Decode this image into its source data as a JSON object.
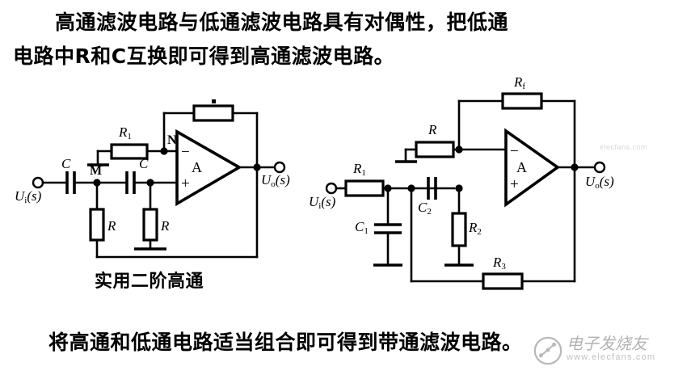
{
  "slide": {
    "heading_line_1": "高通滤波电路与低通滤波电路具有对偶性，把低通",
    "heading_line_2": "电路中R和C互换即可得到高通滤波电路。",
    "footer_line": "将高通和低通电路适当组合即可得到带通滤波电路。",
    "background_color": "#ffffff",
    "ink_color": "#000000"
  },
  "circuit_left": {
    "caption": "实用二阶高通",
    "input_terminal_label": "Ui(s)",
    "output_terminal_label": "Uo(s)",
    "opamp_label": "A",
    "opamp_inverting_sign": "−",
    "opamp_noninverting_sign": "+",
    "node_labels": [
      {
        "name": "M",
        "text": "M"
      },
      {
        "name": "N",
        "text": "N"
      }
    ],
    "components": [
      {
        "name": "series-capacitor-c-left",
        "type": "capacitor",
        "label": "C"
      },
      {
        "name": "series-capacitor-c-right",
        "type": "capacitor",
        "label": "C"
      },
      {
        "name": "shunt-resistor-r-m",
        "type": "resistor",
        "label": "R"
      },
      {
        "name": "shunt-resistor-r-plus",
        "type": "resistor",
        "label": "R"
      },
      {
        "name": "input-resistor-r1",
        "type": "resistor",
        "label": "R1"
      },
      {
        "name": "feedback-resistor",
        "type": "resistor",
        "label": ""
      }
    ]
  },
  "circuit_right": {
    "input_terminal_label": "Ui(s)",
    "output_terminal_label": "Uo(s)",
    "opamp_label": "A",
    "opamp_inverting_sign": "−",
    "opamp_noninverting_sign": "+",
    "components": [
      {
        "name": "input-resistor-r1",
        "type": "resistor",
        "label": "R1"
      },
      {
        "name": "shunt-capacitor-c1",
        "type": "capacitor",
        "label": "C1"
      },
      {
        "name": "series-capacitor-c2",
        "type": "capacitor",
        "label": "C2"
      },
      {
        "name": "shunt-resistor-r2",
        "type": "resistor",
        "label": "R2"
      },
      {
        "name": "feedback-resistor-r3",
        "type": "resistor",
        "label": "R3"
      },
      {
        "name": "grounded-resistor-r",
        "type": "resistor",
        "label": "R"
      },
      {
        "name": "feedback-resistor-rf",
        "type": "resistor",
        "label": "Rf"
      }
    ]
  },
  "watermark": {
    "brand_cn": "电子发烧友",
    "url": "www.elecfans.com",
    "top_right": "elecfans.com"
  }
}
